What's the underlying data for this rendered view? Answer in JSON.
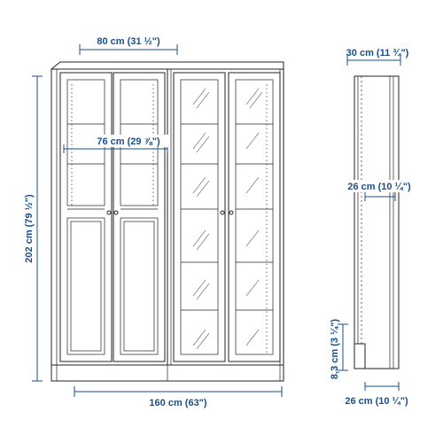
{
  "dimensions": {
    "top_width": "80 cm (31 ½\")",
    "inner_width": "76 cm (29 ⅞\")",
    "total_height": "202 cm (79 ½\")",
    "total_width": "160 cm (63\")",
    "side_depth": "30 cm (11 ¾\")",
    "shelf_depth": "26 cm (10 ¼\")",
    "plinth_height": "8,3 cm (3 ¼\")",
    "base_depth": "26 cm (10 ¼\")"
  },
  "colors": {
    "dimension": "#1a4f8c",
    "outline": "#222222"
  }
}
